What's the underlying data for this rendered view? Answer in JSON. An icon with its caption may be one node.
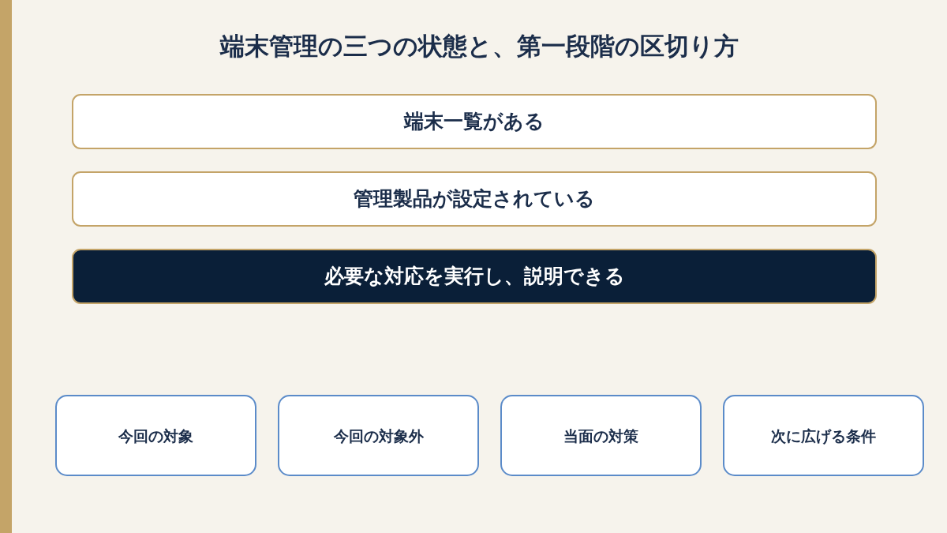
{
  "diagram": {
    "title": "端末管理の三つの状態と、第一段階の区切り方",
    "nodes": [
      {
        "text": [
          "端末一覧がある"
        ]
      },
      {
        "text": [
          "管理製品が設定されている"
        ]
      },
      {
        "text": [
          "必要な対応を実行し、説明できる"
        ]
      },
      {
        "text": [
          "今回の対象"
        ]
      },
      {
        "text": [
          "今回の対象外"
        ]
      },
      {
        "text": [
          "当面の対策"
        ]
      },
      {
        "text": [
          "次に広げる条件"
        ]
      }
    ]
  }
}
